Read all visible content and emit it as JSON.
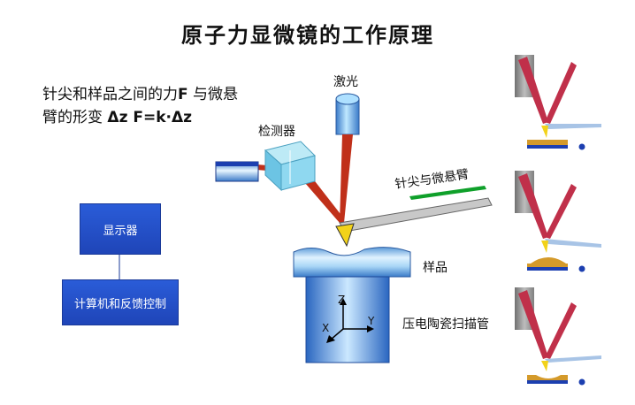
{
  "title": "原子力显微镜的工作原理",
  "formula": {
    "line1_text": "针尖和样品之间的力",
    "line1_bold": "F",
    "line1_tail": " 与微悬",
    "line2_text": "臂的形变",
    "line2_bold": "Δz F=k·Δz"
  },
  "labels": {
    "laser": "激光",
    "detector": "检测器",
    "tip_cantilever": "针尖与微悬臂",
    "sample": "样品",
    "scanner": "压电陶瓷扫描管",
    "axis_z": "Z",
    "axis_x": "X",
    "axis_y": "Y"
  },
  "boxes": {
    "display": "显示器",
    "computer": "计算机和反馈控制"
  },
  "colors": {
    "box_blue": "#2a5cd8",
    "laser_red": "#c0301a",
    "cyan": "#8fd8f0",
    "sample_gold": "#d49a2a",
    "substrate_blue": "#1c3fb0",
    "cantilever_green": "#0fa02a",
    "tip_yellow": "#f2d21a"
  }
}
